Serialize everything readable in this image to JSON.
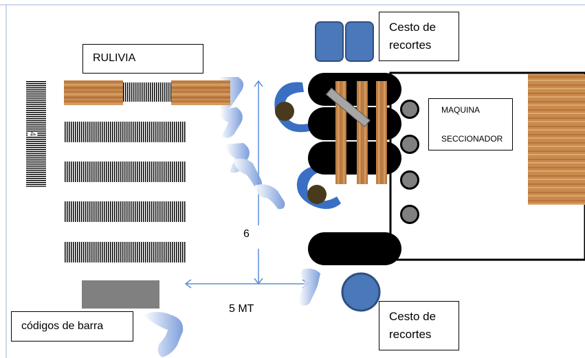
{
  "labels": {
    "rulivia": "RULIVIA",
    "cesto_top": "Cesto de recortes",
    "cesto_bottom": "Cesto de recortes",
    "maquina": "MAQUINA",
    "seccionador": "SECCIONADOR",
    "codigos": "códigos de barra",
    "dim_vertical": "6",
    "dim_horizontal": "5 MT",
    "roller_label": "4"
  },
  "colors": {
    "blue": "#4a78b8",
    "worker_blue": "#3a6fc4",
    "head": "#4a3a1c",
    "gray_block": "#808080",
    "line_blue": "#5b8fd6"
  }
}
